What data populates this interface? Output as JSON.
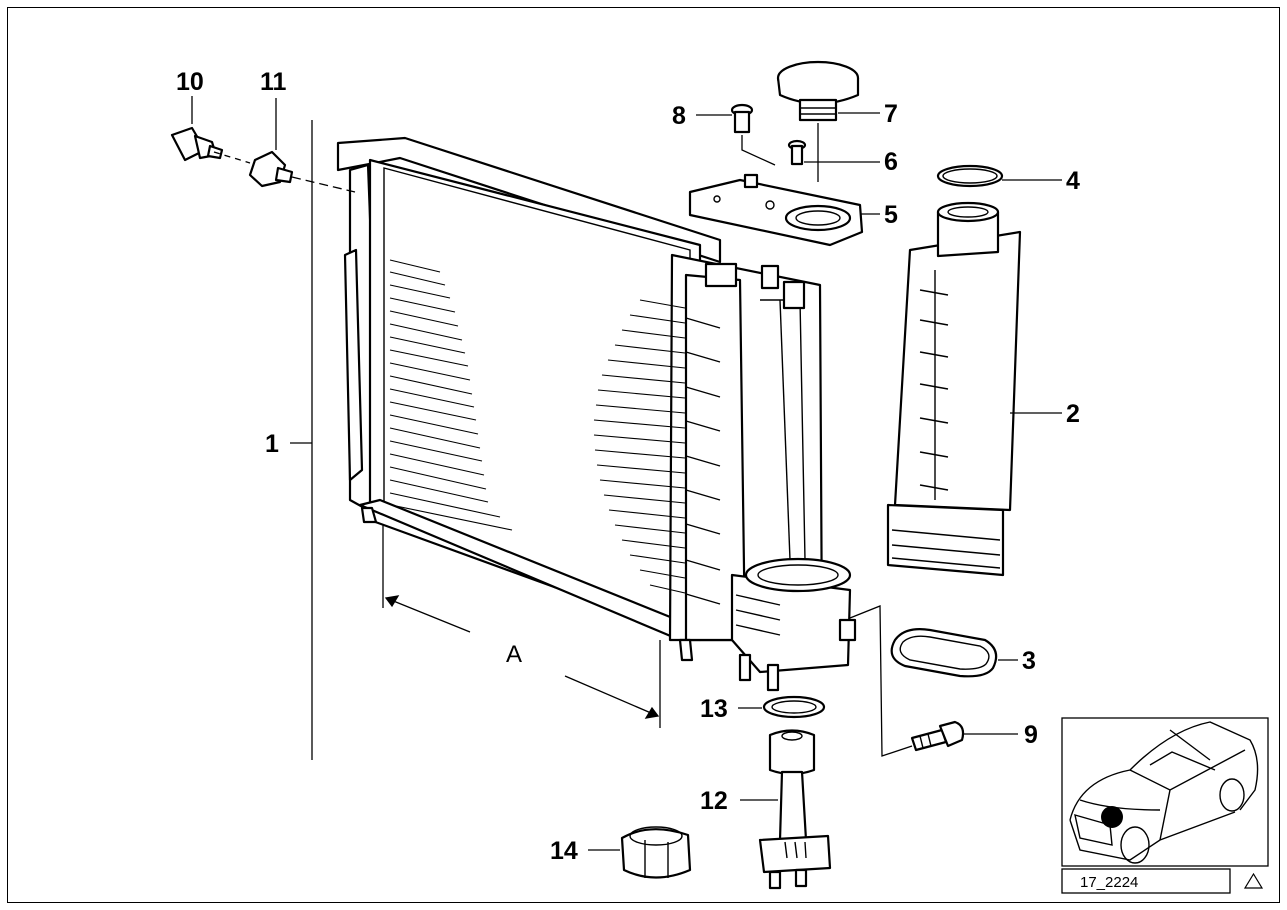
{
  "diagram": {
    "callouts": [
      "1",
      "2",
      "3",
      "4",
      "5",
      "6",
      "7",
      "8",
      "9",
      "10",
      "11",
      "12",
      "13",
      "14"
    ],
    "dimension_label": "A",
    "reference_code": "17_2224",
    "corner_icon": "warning-triangle-icon",
    "inset_icon": "car-location-icon"
  }
}
